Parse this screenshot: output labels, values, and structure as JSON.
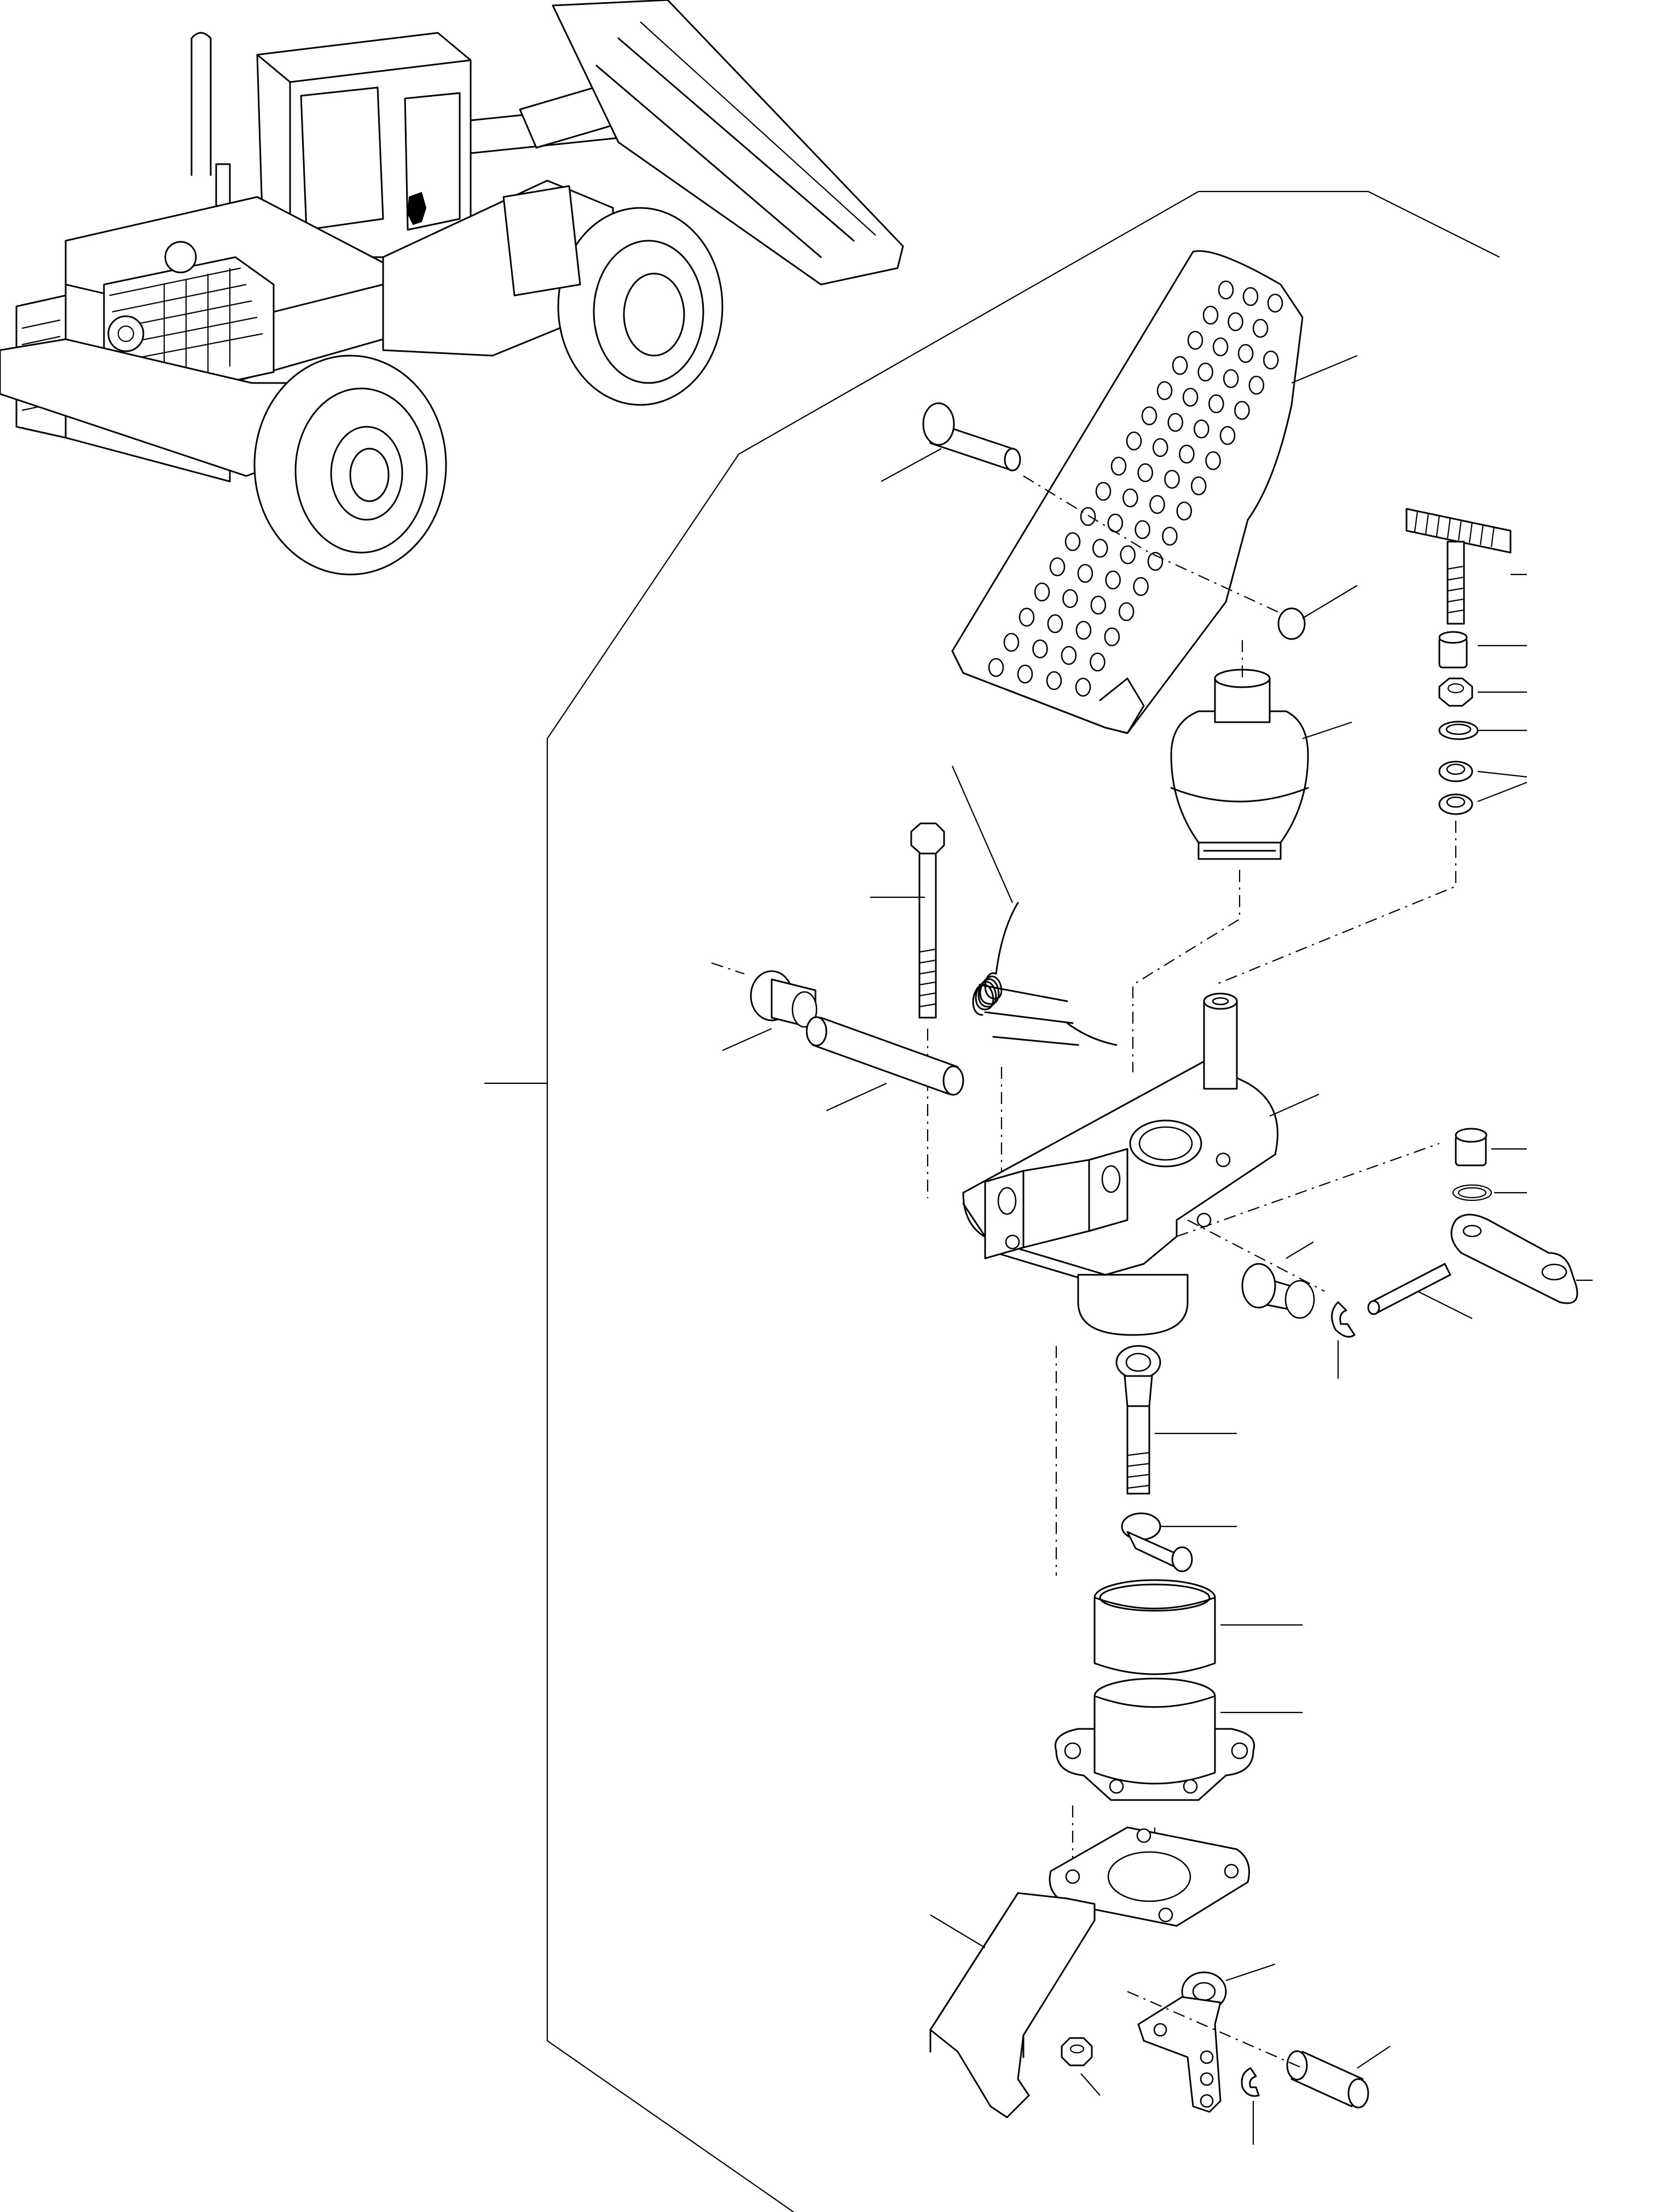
{
  "diagram": {
    "callout_labels": [],
    "parts": [
      {
        "id": "pedal-plate",
        "icon": "perforated-pedal"
      },
      {
        "id": "pedal-pin",
        "icon": "headed-pin"
      },
      {
        "id": "snap-ring-upper",
        "icon": "snap-ring"
      },
      {
        "id": "t-bolt",
        "icon": "t-head-bolt"
      },
      {
        "id": "bushing-small",
        "icon": "bushing"
      },
      {
        "id": "hex-nut",
        "icon": "nut"
      },
      {
        "id": "lock-washer",
        "icon": "washer"
      },
      {
        "id": "spacer-pair",
        "icon": "spacer"
      },
      {
        "id": "rubber-boot",
        "icon": "boot"
      },
      {
        "id": "long-bolt",
        "icon": "bolt"
      },
      {
        "id": "return-spring",
        "icon": "coil-spring"
      },
      {
        "id": "flange-bushing",
        "icon": "bushing"
      },
      {
        "id": "hinge-pin",
        "icon": "pin"
      },
      {
        "id": "pedal-bracket",
        "icon": "bracket"
      },
      {
        "id": "right-bushing",
        "icon": "bushing"
      },
      {
        "id": "e-clip",
        "icon": "clip"
      },
      {
        "id": "roll-pin",
        "icon": "pin"
      },
      {
        "id": "lever-arm",
        "icon": "lever"
      },
      {
        "id": "spacer-right",
        "icon": "spacer"
      },
      {
        "id": "o-ring",
        "icon": "ring"
      },
      {
        "id": "eye-rod",
        "icon": "rod-end"
      },
      {
        "id": "swivel",
        "icon": "swivel"
      },
      {
        "id": "cover-sleeve",
        "icon": "sleeve"
      },
      {
        "id": "flanged-housing",
        "icon": "housing"
      },
      {
        "id": "gasket",
        "icon": "gasket"
      },
      {
        "id": "mount-bracket",
        "icon": "bracket"
      },
      {
        "id": "nut-lower",
        "icon": "nut"
      },
      {
        "id": "link-lever",
        "icon": "lever"
      },
      {
        "id": "clip-lower",
        "icon": "clip"
      },
      {
        "id": "pin-lower",
        "icon": "pin"
      }
    ],
    "colors": {
      "line": "#000000",
      "background": "#ffffff"
    }
  }
}
